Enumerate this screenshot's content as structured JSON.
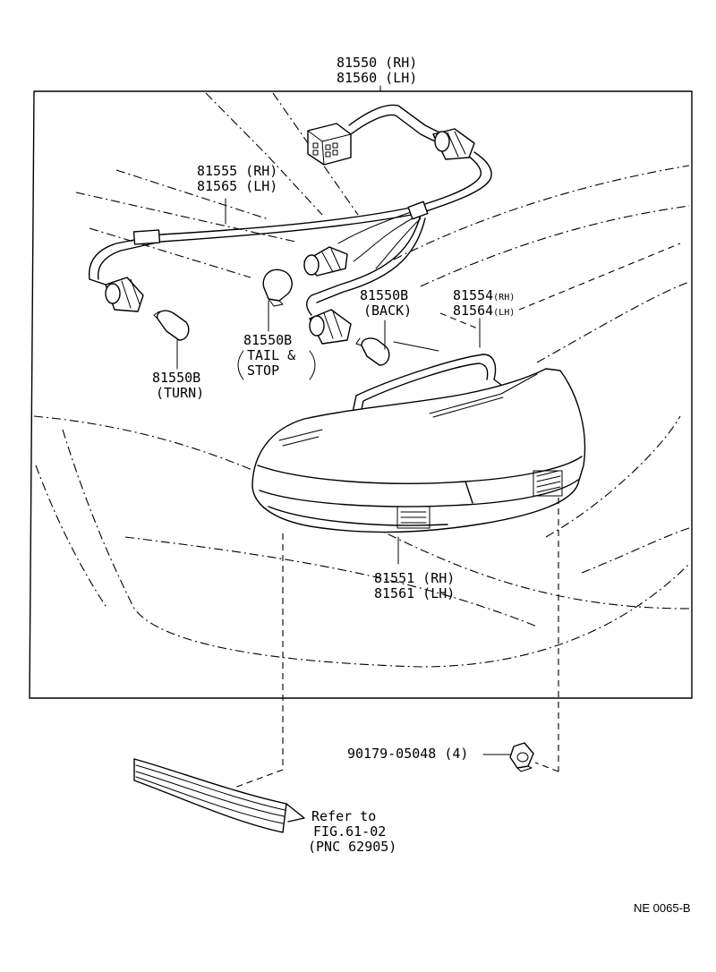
{
  "labels": {
    "harness_rh": "81550 (RH)",
    "harness_lh": "81560 (LH)",
    "wire_rh": "81555 (RH)",
    "wire_lh": "81565 (LH)",
    "bulb_back_num": "81550B",
    "bulb_back_name": "(BACK)",
    "socket_rh_num": "81554",
    "socket_rh_tag": "(RH)",
    "socket_lh_num": "81564",
    "socket_lh_tag": "(LH)",
    "bulb_tail_num": "81550B",
    "bulb_tail_line1": "TAIL &",
    "bulb_tail_line2": "STOP",
    "bulb_turn_num": "81550B",
    "bulb_turn_name": "(TURN)",
    "lens_rh": "81551 (RH)",
    "lens_lh": "81561 (LH)",
    "nut": "90179-05048 (4)",
    "refer_line1": "Refer to",
    "refer_line2": "FIG.61-02",
    "refer_line3": "(PNC 62905)",
    "figure_code": "NE 0065-B"
  }
}
